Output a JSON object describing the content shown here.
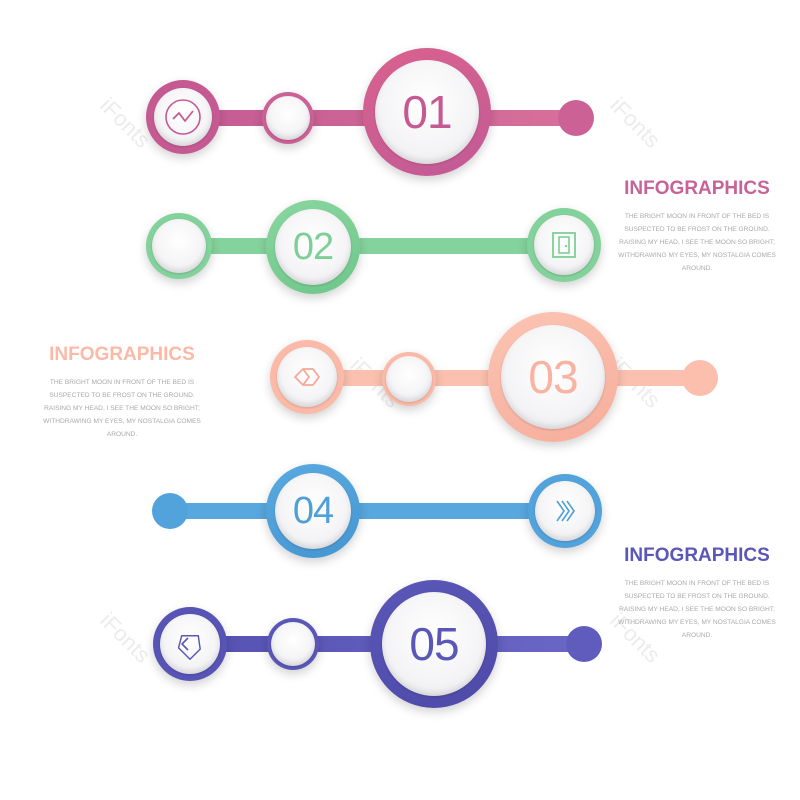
{
  "watermark": "iFonts",
  "steps": [
    {
      "number": "01",
      "color": "#c8639a",
      "color_light": "#d8709a",
      "icon": "trend-down-icon"
    },
    {
      "number": "02",
      "color": "#7ecf96",
      "color_light": "#8ad6a0",
      "icon": "door-icon"
    },
    {
      "number": "03",
      "color": "#fbb9a6",
      "color_light": "#fcc4b3",
      "icon": "tag-arrow-icon"
    },
    {
      "number": "04",
      "color": "#4f9fd9",
      "color_light": "#5aaae0",
      "icon": "chevrons-right-icon"
    },
    {
      "number": "05",
      "color": "#5a57b8",
      "color_light": "#6a67c6",
      "icon": "pentagon-chevron-icon"
    }
  ],
  "infoblocks": [
    {
      "title": "INFOGRAPHICS",
      "color": "#c8639a",
      "lines": [
        "THE BRIGHT MOON IN FRONT OF THE BED IS",
        "SUSPECTED TO BE FROST ON THE GROUND.",
        "RAISING MY HEAD, I SEE THE MOON SO BRIGHT;",
        "WITHDRAWING MY EYES, MY NOSTALGIA COMES",
        "AROUND."
      ]
    },
    {
      "title": "INFOGRAPHICS",
      "color": "#fbb9a6",
      "lines": [
        "THE BRIGHT MOON IN FRONT OF THE BED IS",
        "SUSPECTED TO BE FROST ON THE GROUND.",
        "RAISING MY HEAD, I SEE THE MOON SO BRIGHT;",
        "WITHDRAWING MY EYES, MY NOSTALGIA COMES",
        "AROUND."
      ]
    },
    {
      "title": "INFOGRAPHICS",
      "color": "#5a57b8",
      "lines": [
        "THE BRIGHT MOON IN FRONT OF THE BED IS",
        "SUSPECTED TO BE FROST ON THE GROUND.",
        "RAISING MY HEAD, I SEE THE MOON SO BRIGHT;",
        "WITHDRAWING MY EYES, MY NOSTALGIA COMES",
        "AROUND."
      ]
    }
  ]
}
